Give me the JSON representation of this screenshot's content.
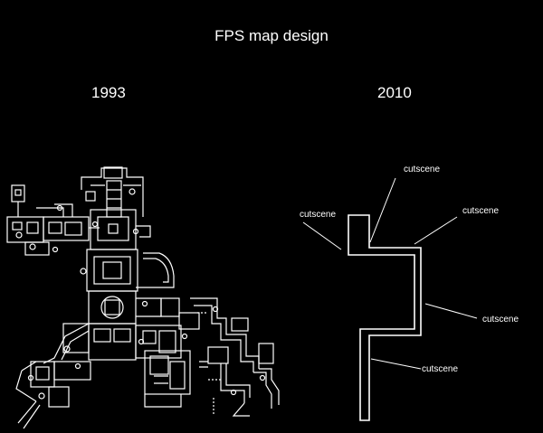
{
  "title": "FPS map design",
  "left": {
    "year": "1993"
  },
  "right": {
    "year": "2010",
    "labels": [
      "cutscene",
      "cutscene",
      "cutscene",
      "cutscene",
      "cutscene"
    ]
  }
}
